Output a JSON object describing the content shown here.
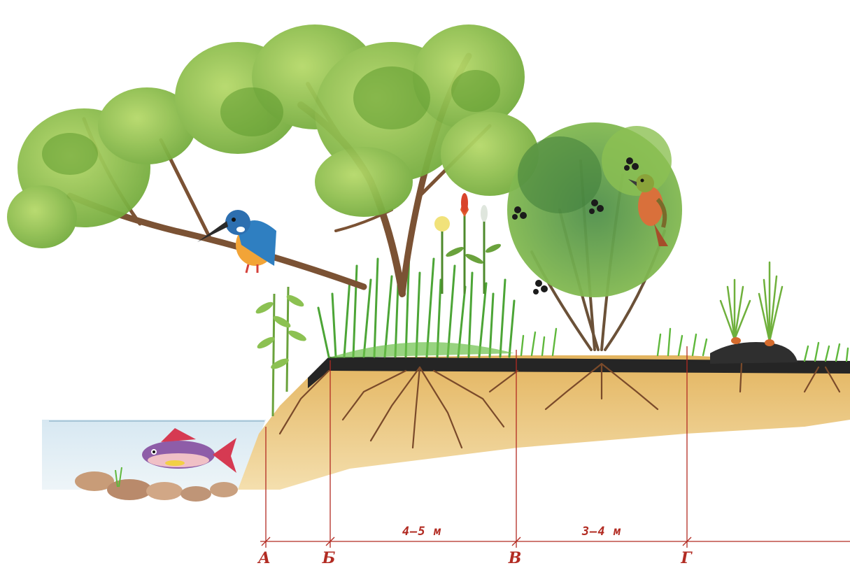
{
  "colors": {
    "marker": "#b22b22",
    "water": "#cfe3ef",
    "soil": "#e9c47a",
    "topsoil": "#1f1f1f",
    "grass": "#5fb83c",
    "foliage": "#8cc152",
    "bark": "#7b5234"
  },
  "markers": {
    "a": "А",
    "b": "Б",
    "v": "В",
    "g": "Г"
  },
  "spans": {
    "b_v": "4–5 м",
    "v_g": "3–4 м"
  },
  "icons": [
    "kingfisher-icon",
    "fish-icon",
    "songbird-icon",
    "willow-tree-icon",
    "berry-shrub-icon",
    "flowering-plant-icon"
  ]
}
